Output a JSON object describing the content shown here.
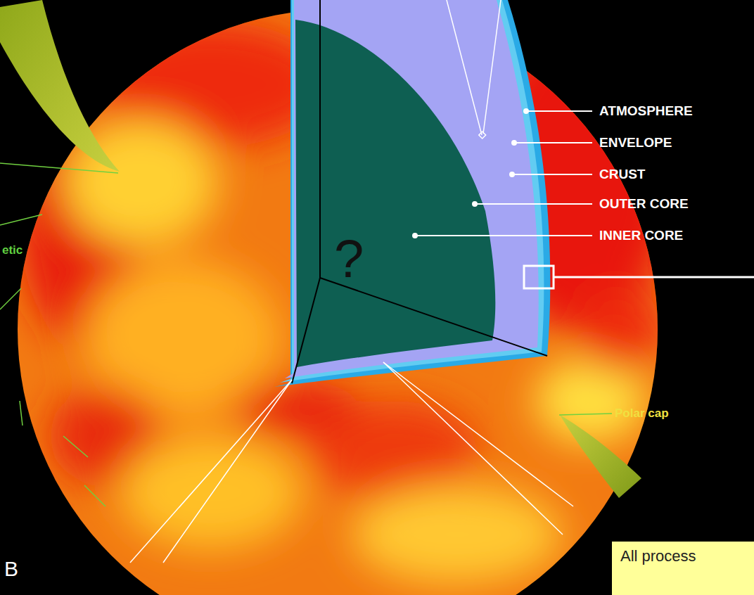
{
  "diagram": {
    "nodes": [
      {
        "text": [
          "All process"
        ]
      }
    ],
    "labels": [
      "ATMOSPHERE",
      "ENVELOPE",
      "CRUST",
      "OUTER CORE",
      "INNER CORE",
      "Polar cap",
      "?",
      "etic",
      "B"
    ]
  }
}
